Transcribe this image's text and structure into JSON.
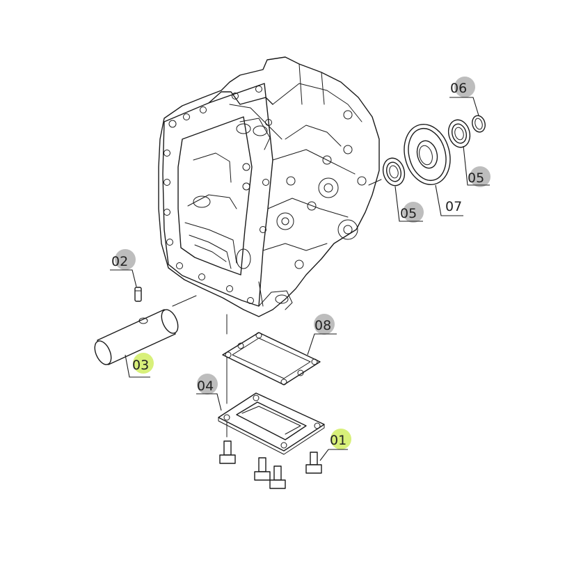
{
  "labels": {
    "l01": "01",
    "l02": "02",
    "l03": "03",
    "l04": "04",
    "l05a": "05",
    "l05b": "05",
    "l06": "06",
    "l07": "07",
    "l08": "08"
  },
  "colors": {
    "highlight_green": "#d8f07a",
    "highlight_gray": "#bdbdbd",
    "line": "#1a1a1a",
    "background": "#ffffff"
  }
}
